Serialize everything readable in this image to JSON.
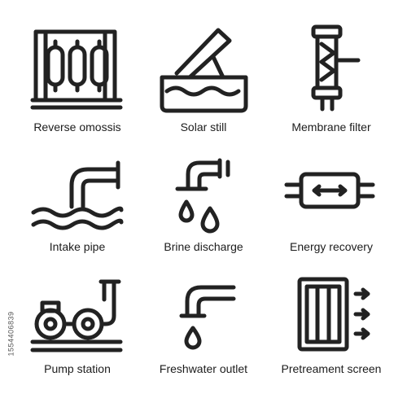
{
  "icons": [
    {
      "icon": "reverse-osmosis-icon",
      "label": "Reverse omossis"
    },
    {
      "icon": "solar-still-icon",
      "label": "Solar still"
    },
    {
      "icon": "membrane-filter-icon",
      "label": "Membrane filter"
    },
    {
      "icon": "intake-pipe-icon",
      "label": "Intake pipe"
    },
    {
      "icon": "brine-discharge-icon",
      "label": "Brine discharge"
    },
    {
      "icon": "energy-recovery-icon",
      "label": "Energy recovery"
    },
    {
      "icon": "pump-station-icon",
      "label": "Pump station"
    },
    {
      "icon": "freshwater-outlet-icon",
      "label": "Freshwater outlet"
    },
    {
      "icon": "pretreatment-screen-icon",
      "label": "Pretreament screen"
    }
  ],
  "side_code": "1554406839",
  "colors": {
    "stroke": "#222222",
    "text": "#1c1c1c",
    "background": "#ffffff"
  }
}
